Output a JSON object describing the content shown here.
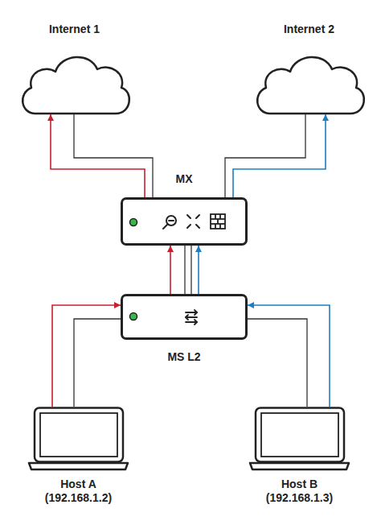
{
  "diagram": {
    "nodes": [
      {
        "text": [
          "Internet 1"
        ]
      },
      {
        "text": [
          "Internet 2"
        ]
      },
      {
        "text": [
          "MX"
        ]
      },
      {
        "text": [
          "MS L2"
        ]
      },
      {
        "text": [
          "Host A (192.168.1.2)"
        ]
      },
      {
        "text": [
          "Host B (192.168.1.3)"
        ]
      }
    ],
    "edges": [
      {
        "from": 2,
        "to": 0,
        "arrow": "to"
      },
      {
        "from": 2,
        "to": 0,
        "arrow": "none"
      },
      {
        "from": 2,
        "to": 1,
        "arrow": "to"
      },
      {
        "from": 2,
        "to": 1,
        "arrow": "none"
      },
      {
        "from": 3,
        "to": 2,
        "arrow": "to"
      },
      {
        "from": 3,
        "to": 2,
        "arrow": "none"
      },
      {
        "from": 3,
        "to": 2,
        "arrow": "none"
      },
      {
        "from": 3,
        "to": 2,
        "arrow": "to"
      },
      {
        "from": 4,
        "to": 3,
        "arrow": "to"
      },
      {
        "from": 4,
        "to": 3,
        "arrow": "none"
      },
      {
        "from": 5,
        "to": 3,
        "arrow": "to"
      },
      {
        "from": 5,
        "to": 3,
        "arrow": "none"
      }
    ]
  }
}
